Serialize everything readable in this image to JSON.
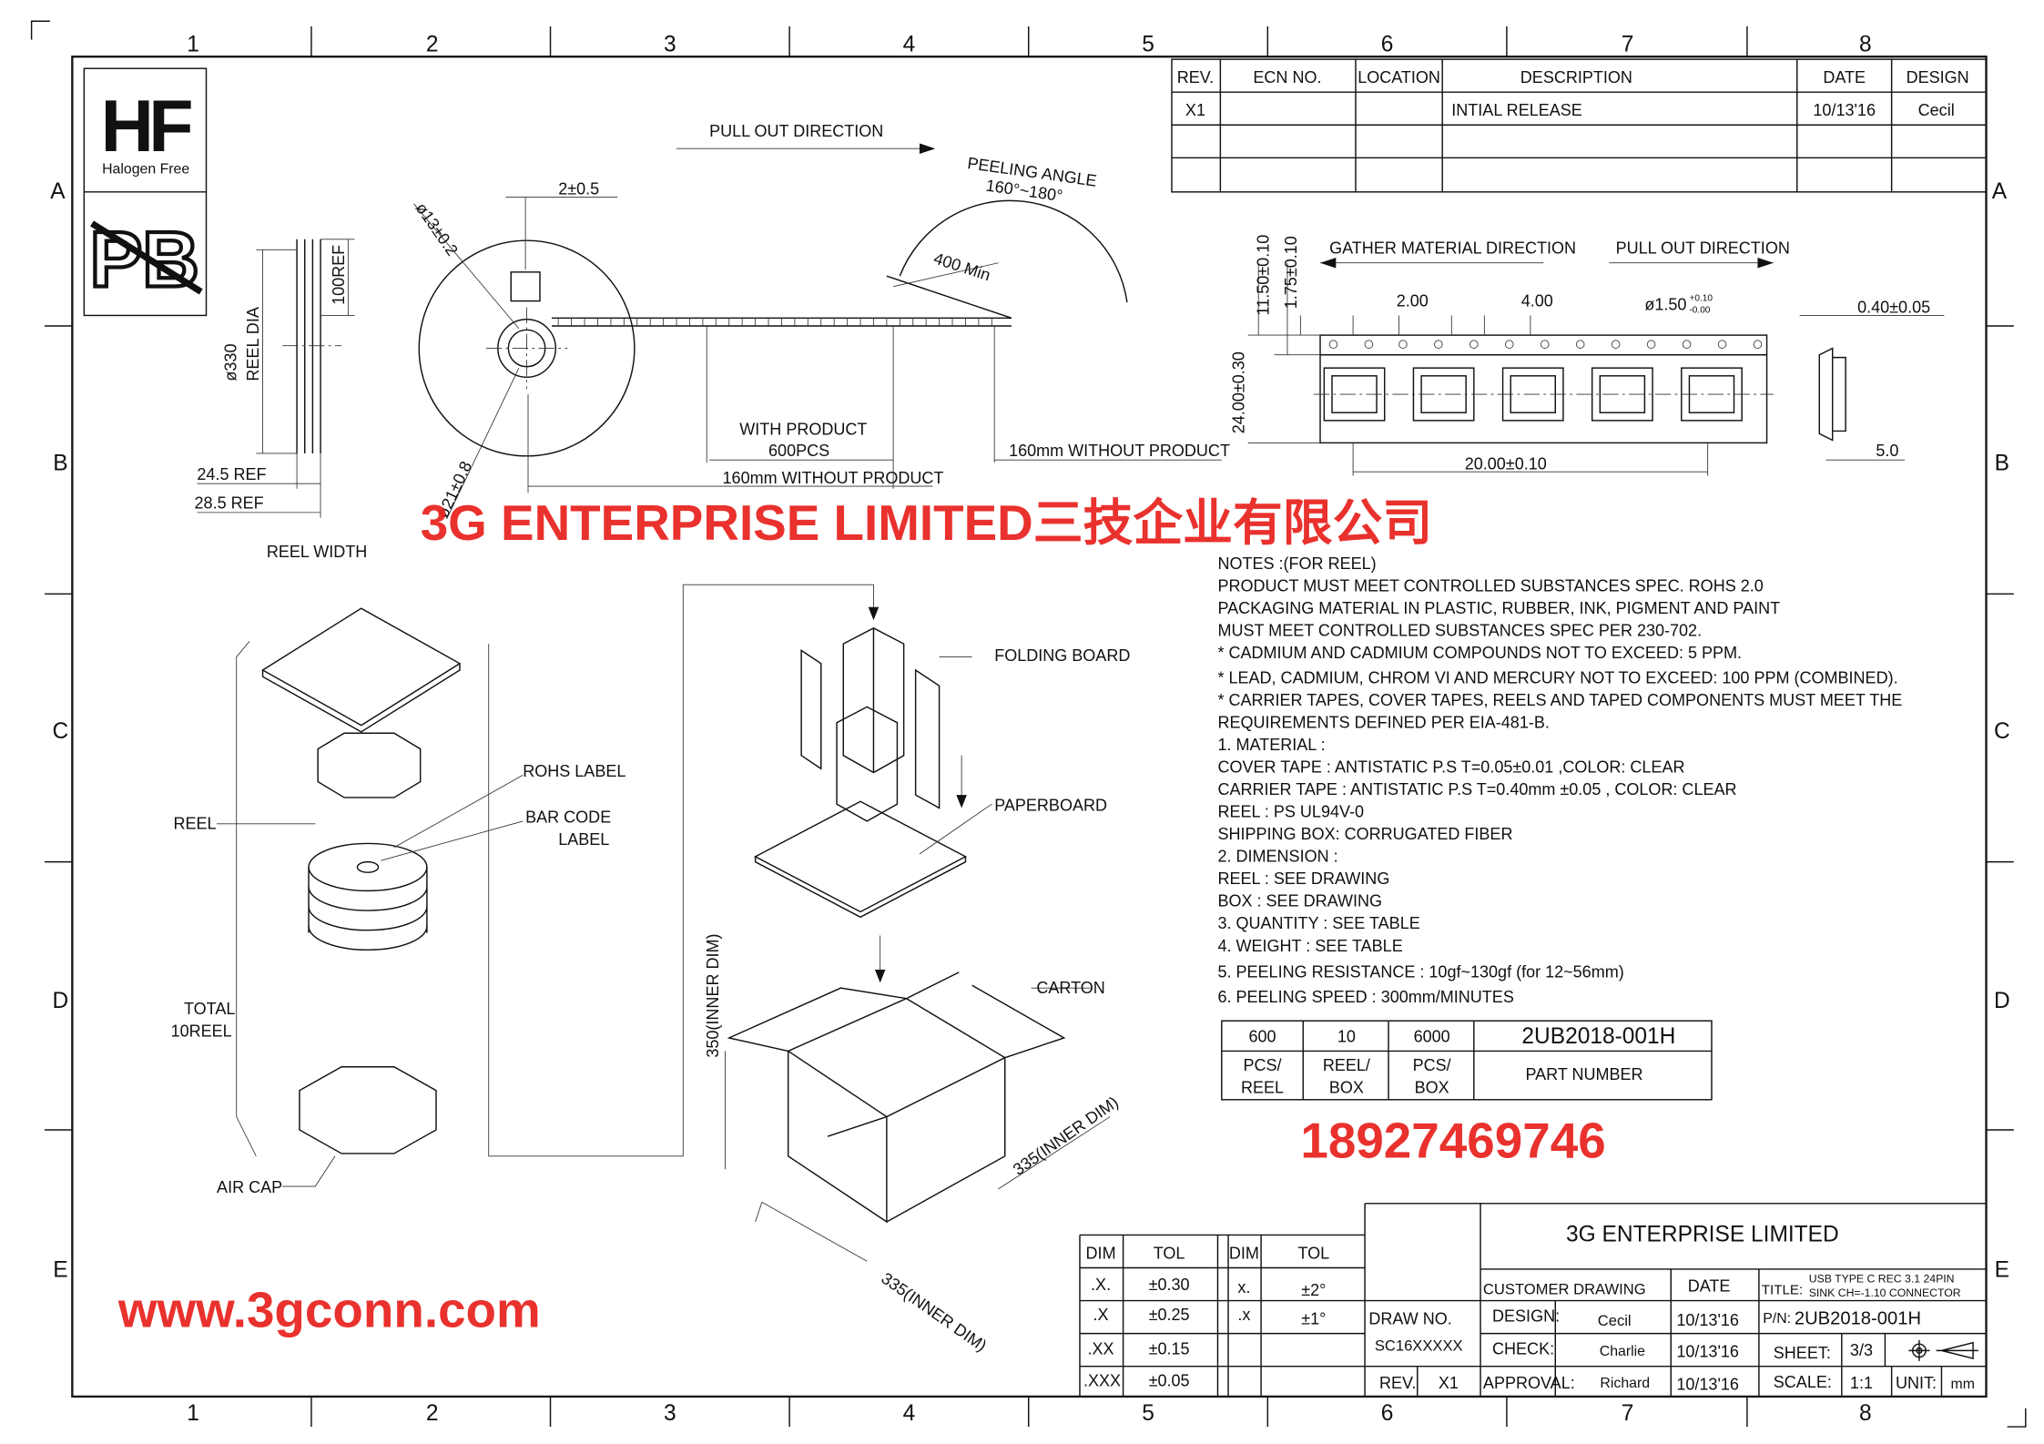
{
  "grid": {
    "cols": [
      "1",
      "2",
      "3",
      "4",
      "5",
      "6",
      "7",
      "8"
    ],
    "rows": [
      "A",
      "B",
      "C",
      "D",
      "E"
    ]
  },
  "logos": {
    "hf": "HF",
    "hf_caption": "Halogen Free",
    "pb": "PB"
  },
  "revision_table": {
    "headers": [
      "REV.",
      "ECN NO.",
      "LOCATION",
      "DESCRIPTION",
      "DATE",
      "DESIGN"
    ],
    "rows": [
      [
        "X1",
        "",
        "",
        "INTIAL RELEASE",
        "10/13'16",
        "Cecil"
      ]
    ]
  },
  "reel_view": {
    "pull_out_direction": "PULL OUT DIRECTION",
    "peeling_angle": "PEELING ANGLE",
    "peeling_angle_value": "160°~180°",
    "min_400": "400 Min",
    "dia_13": "ø13±0.2",
    "dia_21": "ø21±0.8",
    "slot": "2±0.5",
    "with_product": "WITH PRODUCT",
    "pcs_600": "600PCS",
    "without_product_1": "160mm WITHOUT PRODUCT",
    "without_product_2": "160mm WITHOUT PRODUCT",
    "ref_100": "100REF",
    "reel_dia": "ø330",
    "reel_dia_label": "REEL DIA",
    "ref_245": "24.5 REF",
    "ref_285": "28.5 REF",
    "reel_width": "REEL WIDTH"
  },
  "tape_view": {
    "gather": "GATHER MATERIAL DIRECTION",
    "pull_out": "PULL OUT DIRECTION",
    "d_1150": "11.50±0.10",
    "d_175": "1.75±0.10",
    "d_200": "2.00",
    "d_400": "4.00",
    "d_150": "ø1.50",
    "d_150_tol_plus": "+0.10",
    "d_150_tol_minus": "-0.00",
    "d_2400": "24.00±0.30",
    "d_2000": "20.00±0.10",
    "d_040": "0.40±0.05",
    "d_50": "5.0"
  },
  "packing": {
    "rohs_label": "ROHS LABEL",
    "bar_code_label_1": "BAR CODE",
    "bar_code_label_2": "LABEL",
    "reel": "REEL",
    "total_1": "TOTAL",
    "total_2": "10REEL",
    "air_cap": "AIR CAP",
    "folding_board": "FOLDING BOARD",
    "paperboard": "PAPERBOARD",
    "carton": "CARTON",
    "dim_350": "350(INNER DIM)",
    "dim_335a": "335(INNER DIM)",
    "dim_335b": "335(INNER DIM)"
  },
  "notes": [
    "NOTES :(FOR REEL)",
    "PRODUCT MUST MEET CONTROLLED SUBSTANCES SPEC. ROHS 2.0",
    "PACKAGING MATERIAL IN PLASTIC, RUBBER, INK, PIGMENT AND PAINT",
    "   MUST MEET CONTROLLED SUBSTANCES SPEC PER 230-702.",
    "   * CADMIUM AND CADMIUM COMPOUNDS NOT TO EXCEED: 5 PPM.",
    "   * LEAD, CADMIUM, CHROM VI AND MERCURY NOT TO EXCEED: 100 PPM (COMBINED).",
    "   * CARRIER TAPES, COVER TAPES, REELS AND TAPED COMPONENTS MUST MEET THE",
    "      REQUIREMENTS DEFINED PER EIA-481-B.",
    "1. MATERIAL :",
    "      COVER TAPE : ANTISTATIC P.S T=0.05±0.01 ,COLOR: CLEAR",
    "      CARRIER TAPE : ANTISTATIC P.S T=0.40mm ±0.05 , COLOR: CLEAR",
    "      REEL : PS UL94V-0",
    "      SHIPPING BOX: CORRUGATED FIBER",
    "2. DIMENSION :",
    "      REEL : SEE DRAWING",
    "      BOX : SEE DRAWING",
    "3. QUANTITY : SEE TABLE",
    "4. WEIGHT : SEE TABLE",
    "5. PEELING RESISTANCE : 10gf~130gf (for 12~56mm)",
    "6. PEELING SPEED : 300mm/MINUTES"
  ],
  "quantity_table": {
    "values": [
      "600",
      "10",
      "6000",
      "2UB2018-001H"
    ],
    "headers": [
      [
        "PCS/",
        "REEL"
      ],
      [
        "REEL/",
        "BOX"
      ],
      [
        "PCS/",
        "BOX"
      ],
      [
        "PART NUMBER",
        ""
      ]
    ]
  },
  "tolerance_table": {
    "h1": "DIM",
    "h2": "TOL",
    "h3": "DIM",
    "h4": "TOL",
    "rows": [
      [
        ".X.",
        "±0.30",
        "x.",
        "±2°"
      ],
      [
        ".X",
        "±0.25",
        ".x",
        "±1°"
      ],
      [
        ".XX",
        "±0.15",
        "",
        ""
      ],
      [
        ".XXX",
        "±0.05",
        "",
        ""
      ]
    ]
  },
  "title_block": {
    "company": "3G ENTERPRISE LIMITED",
    "customer_drawing": "CUSTOMER DRAWING",
    "date": "DATE",
    "title_label": "TITLE:",
    "title_1": "USB TYPE C REC 3.1 24PIN",
    "title_2": "SINK CH=-1.10 CONNECTOR",
    "draw_no_label": "DRAW NO.",
    "draw_no": "SC16XXXXX",
    "design_label": "DESIGN:",
    "design": "Cecil",
    "design_date": "10/13'16",
    "check_label": "CHECK:",
    "check": "Charlie",
    "check_date": "10/13'16",
    "approval_label": "APPROVAL:",
    "approval": "Richard",
    "approval_date": "10/13'16",
    "rev_label": "REV.",
    "rev": "X1",
    "pn_label": "P/N:",
    "pn": "2UB2018-001H",
    "sheet_label": "SHEET:",
    "sheet": "3/3",
    "scale_label": "SCALE:",
    "scale": "1:1",
    "unit_label": "UNIT:",
    "unit": "mm"
  },
  "watermark": {
    "company": "3G ENTERPRISE LIMITED三技企业有限公司",
    "phone": "18927469746",
    "url": "www.3gconn.com"
  }
}
